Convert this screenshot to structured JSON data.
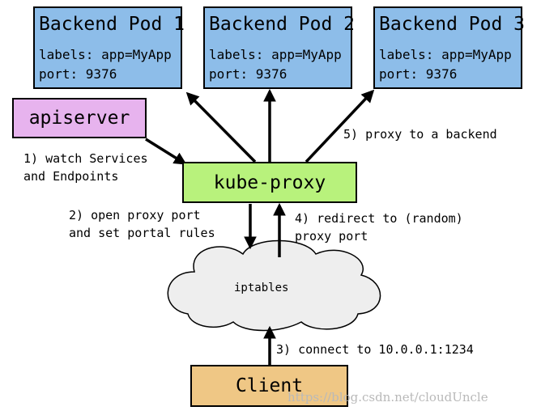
{
  "pods": [
    {
      "title": "Backend Pod 1",
      "labels": "labels: app=MyApp",
      "port": "port: 9376"
    },
    {
      "title": "Backend Pod 2",
      "labels": "labels: app=MyApp",
      "port": "port: 9376"
    },
    {
      "title": "Backend Pod 3",
      "labels": "labels: app=MyApp",
      "port": "port: 9376"
    }
  ],
  "apiserver": "apiserver",
  "kube_proxy": "kube-proxy",
  "iptables": "iptables",
  "client": "Client",
  "steps": {
    "watch_1": "1) watch Services",
    "watch_2": "and Endpoints",
    "open_1": "2) open proxy port",
    "open_2": "and set portal rules",
    "connect": "3) connect to 10.0.0.1:1234",
    "redirect_1": "4) redirect to (random)",
    "redirect_2": "proxy port",
    "proxy": "5) proxy to a backend"
  },
  "watermark": "https://blog.csdn.net/cloudUncle",
  "colors": {
    "pod": "#8dbde9",
    "apiserver": "#e7b3ee",
    "kube_proxy": "#b8f27c",
    "client": "#efc785",
    "cloud": "#eeeeee"
  }
}
